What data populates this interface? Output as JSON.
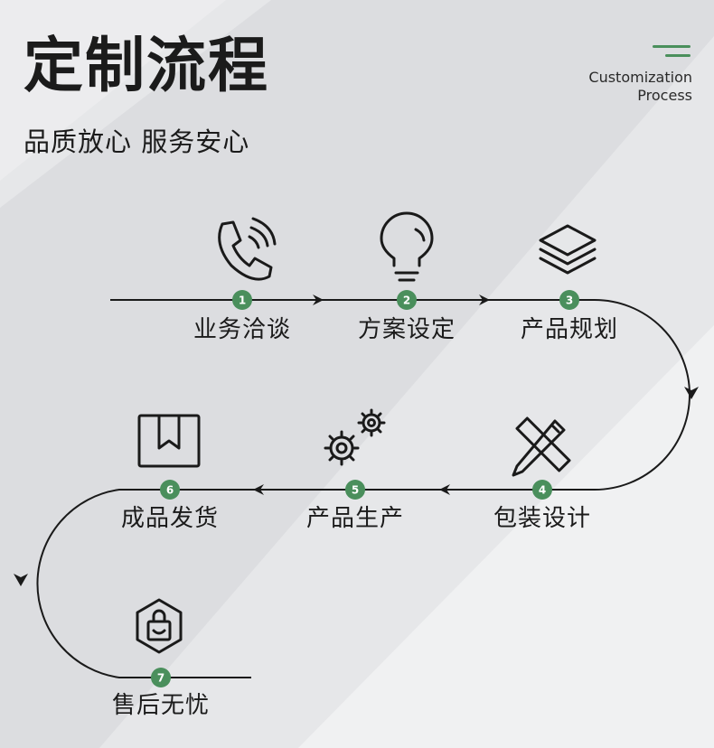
{
  "header": {
    "title": "定制流程",
    "subtitle": "品质放心 服务安心",
    "en_title_line1": "Customization",
    "en_title_line2": "Process"
  },
  "colors": {
    "accent": "#4a8f5c",
    "line": "#1a1a1a",
    "background": "#e6e7e9"
  },
  "steps": [
    {
      "number": "1",
      "label": "业务洽谈",
      "icon": "phone-icon"
    },
    {
      "number": "2",
      "label": "方案设定",
      "icon": "lightbulb-icon"
    },
    {
      "number": "3",
      "label": "产品规划",
      "icon": "layers-icon"
    },
    {
      "number": "4",
      "label": "包装设计",
      "icon": "pencil-ruler-icon"
    },
    {
      "number": "5",
      "label": "产品生产",
      "icon": "gears-icon"
    },
    {
      "number": "6",
      "label": "成品发货",
      "icon": "box-icon"
    },
    {
      "number": "7",
      "label": "售后无忧",
      "icon": "shopping-bag-icon"
    }
  ]
}
